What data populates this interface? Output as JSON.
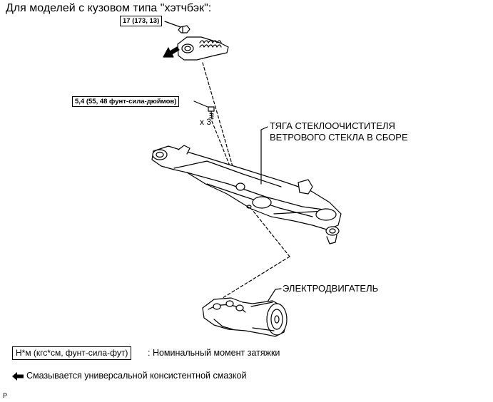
{
  "header": {
    "title": "Для моделей с кузовом типа \"хэтчбэк\":"
  },
  "torque_specs": {
    "pivot_nut": "17 (173, 13)",
    "linkage_bolt": "5,4 (55, 48 фунт-сила-дюймов)",
    "bolt_count": "x 3"
  },
  "callouts": {
    "wiper_link_line1": "ТЯГА СТЕКЛООЧИСТИТЕЛЯ",
    "wiper_link_line2": "ВЕТРОВОГО СТЕКЛА В СБОРЕ",
    "motor": "ЭЛЕКТРОДВИГАТЕЛЬ"
  },
  "legend": {
    "torque_unit_box": "Н*м (кгс*см, фунт-сила-фут)",
    "torque_unit_desc": ": Номинальный момент затяжки",
    "grease_desc": "Смазывается универсальной консистентной смазкой"
  },
  "footer": {
    "code": "P"
  }
}
